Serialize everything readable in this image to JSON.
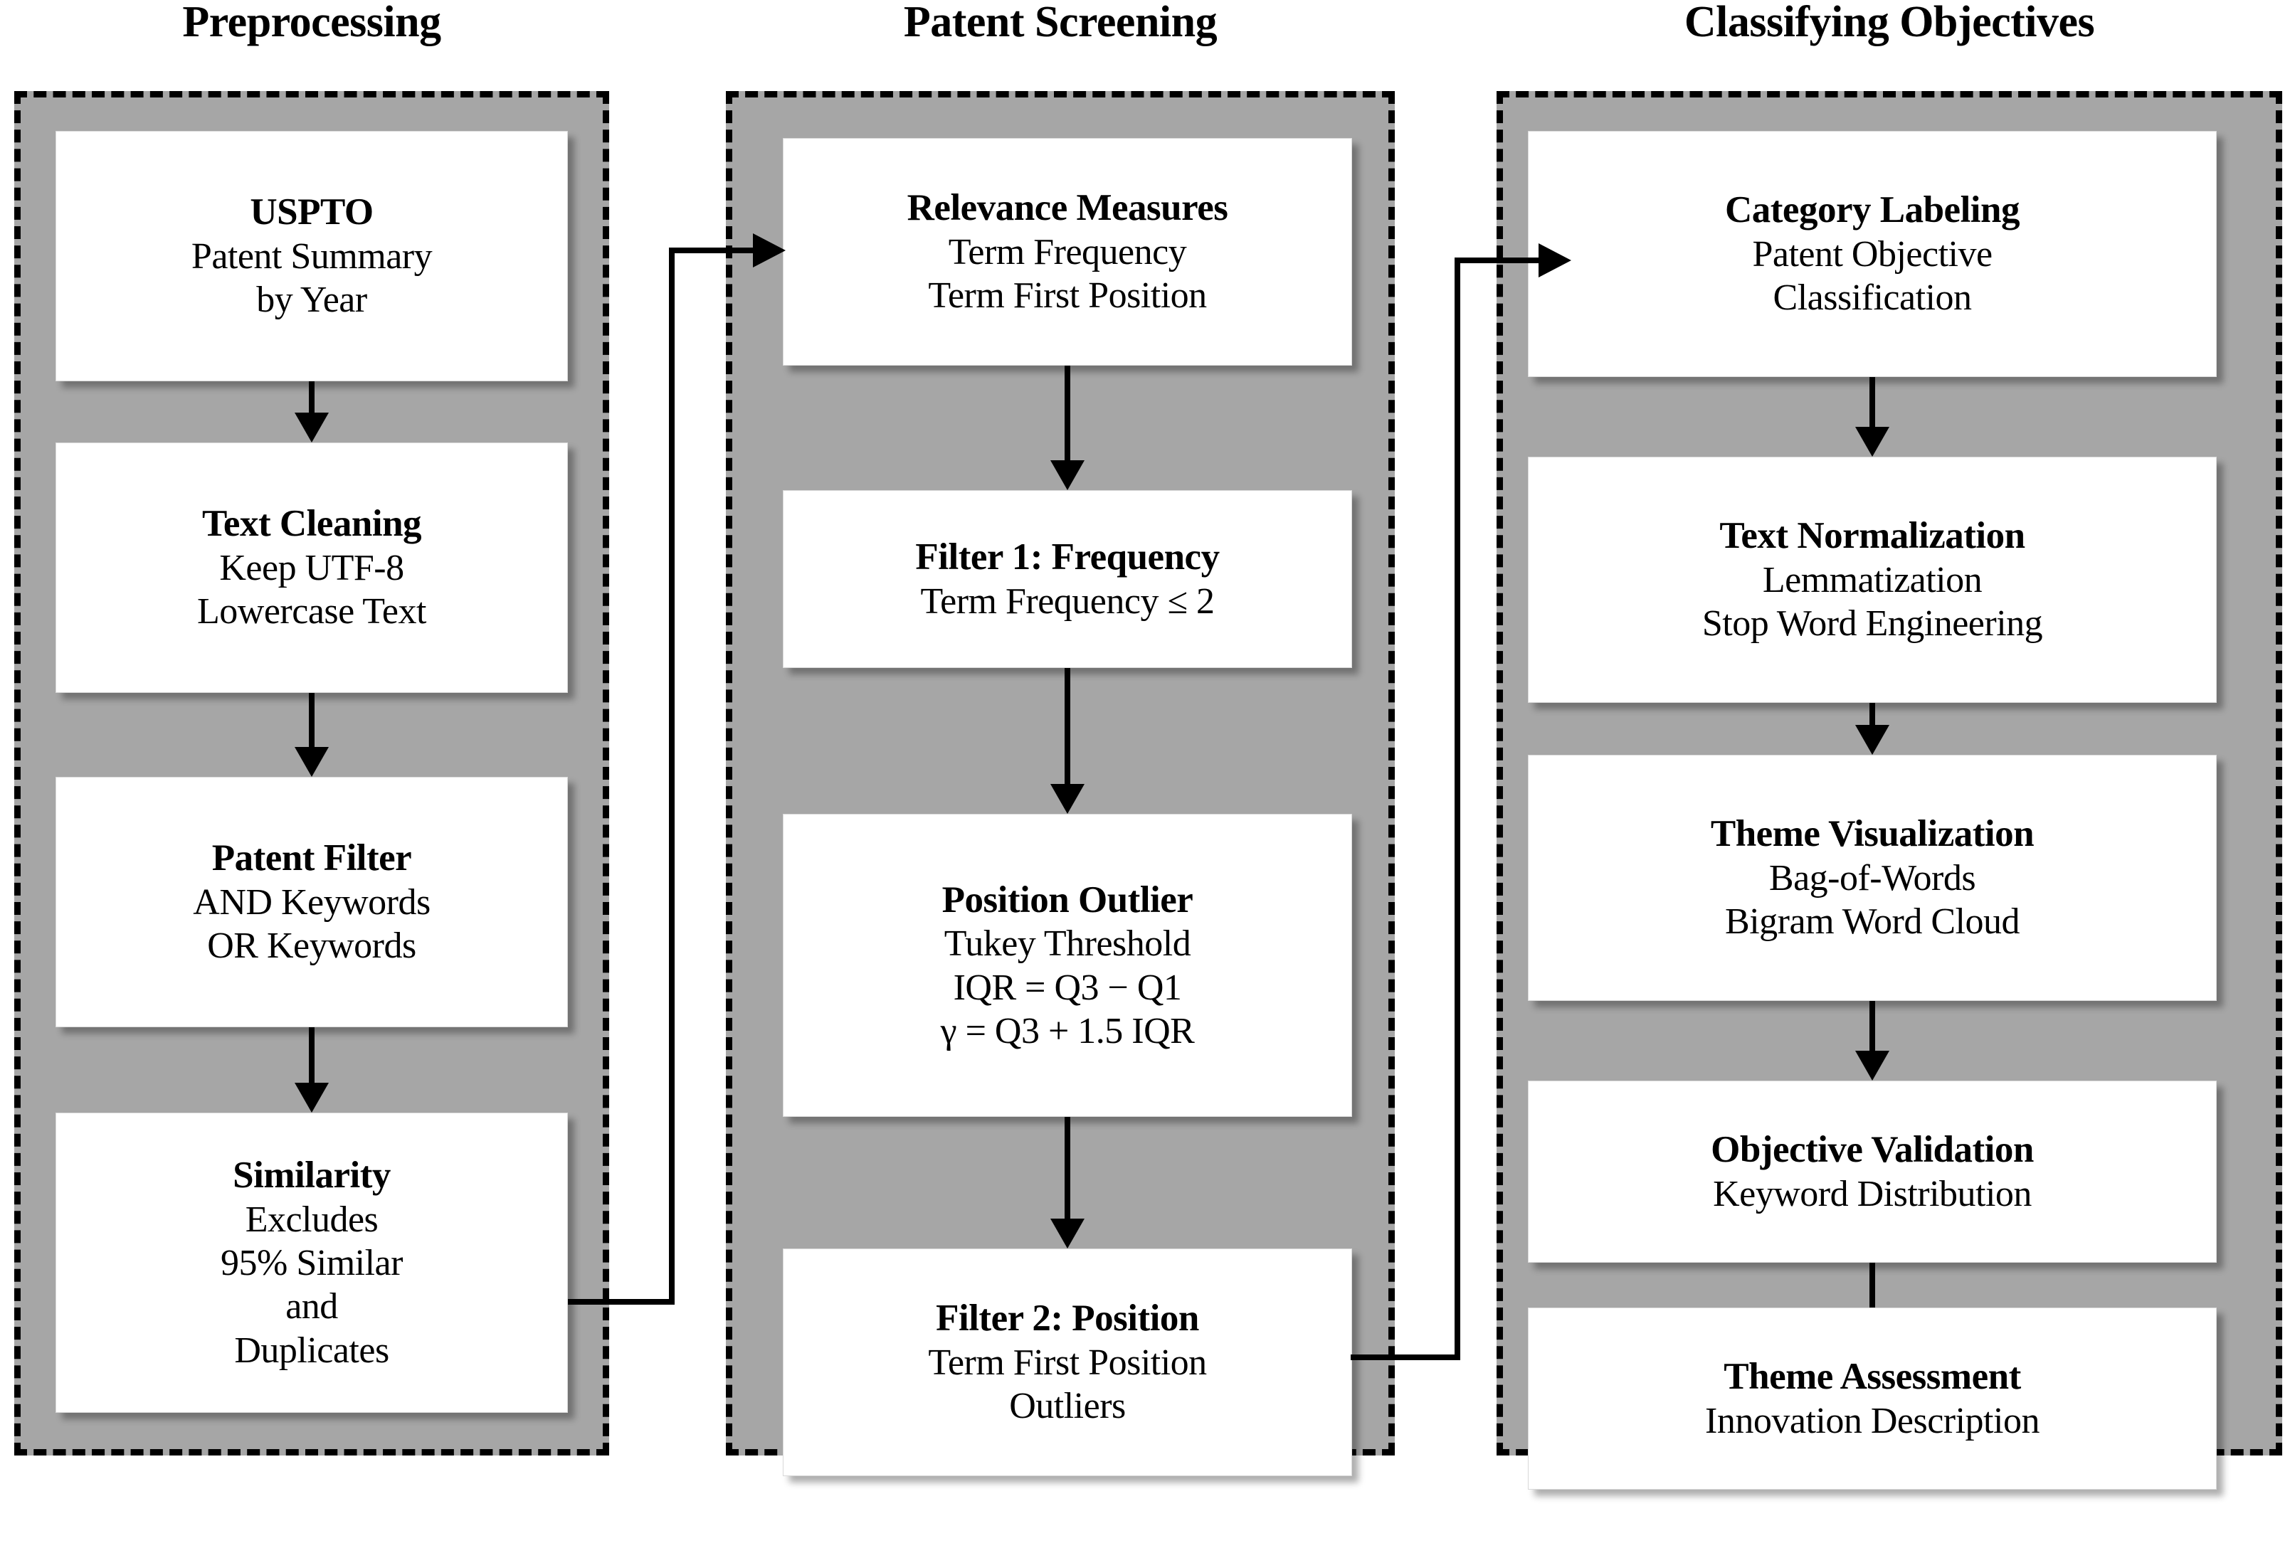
{
  "diagram": {
    "title_font_color": "#000000",
    "stage_fill": "#a6a6a6",
    "stage_border_color": "#000000",
    "box_fill": "#ffffff",
    "arrow_color": "#000000",
    "stages": [
      {
        "heading": "Preprocessing",
        "steps": [
          {
            "title": "USPTO",
            "lines": [
              "Patent Summary",
              "by Year"
            ]
          },
          {
            "title": "Text Cleaning",
            "lines": [
              "Keep UTF-8",
              "Lowercase Text"
            ]
          },
          {
            "title": "Patent Filter",
            "lines": [
              "AND Keywords",
              "OR Keywords"
            ]
          },
          {
            "title": "Similarity",
            "lines": [
              "Excludes",
              "95% Similar",
              "and",
              "Duplicates"
            ]
          }
        ]
      },
      {
        "heading": "Patent Screening",
        "steps": [
          {
            "title": "Relevance Measures",
            "lines": [
              "Term Frequency",
              "Term First Position"
            ]
          },
          {
            "title": "Filter 1: Frequency",
            "lines": [
              "Term Frequency ≤ 2"
            ]
          },
          {
            "title": "Position Outlier",
            "lines": [
              "Tukey Threshold",
              "IQR = Q3 − Q1",
              "γ = Q3 + 1.5 IQR"
            ]
          },
          {
            "title": "Filter 2: Position",
            "lines": [
              "Term First Position",
              "Outliers"
            ]
          }
        ]
      },
      {
        "heading": "Classifying Objectives",
        "steps": [
          {
            "title": "Category Labeling",
            "lines": [
              "Patent Objective",
              "Classification"
            ]
          },
          {
            "title": "Text Normalization",
            "lines": [
              "Lemmatization",
              "Stop Word Engineering"
            ]
          },
          {
            "title": "Theme Visualization",
            "lines": [
              "Bag-of-Words",
              "Bigram Word Cloud"
            ]
          },
          {
            "title": "Objective Validation",
            "lines": [
              "Keyword Distribution"
            ]
          },
          {
            "title": "Theme Assessment",
            "lines": [
              "Innovation Description"
            ]
          }
        ]
      }
    ],
    "connectors": [
      {
        "name": "similarity-to-relevance-measures",
        "icon": "right-arrow-icon"
      },
      {
        "name": "filter2-to-category-labeling",
        "icon": "right-arrow-icon"
      }
    ]
  }
}
